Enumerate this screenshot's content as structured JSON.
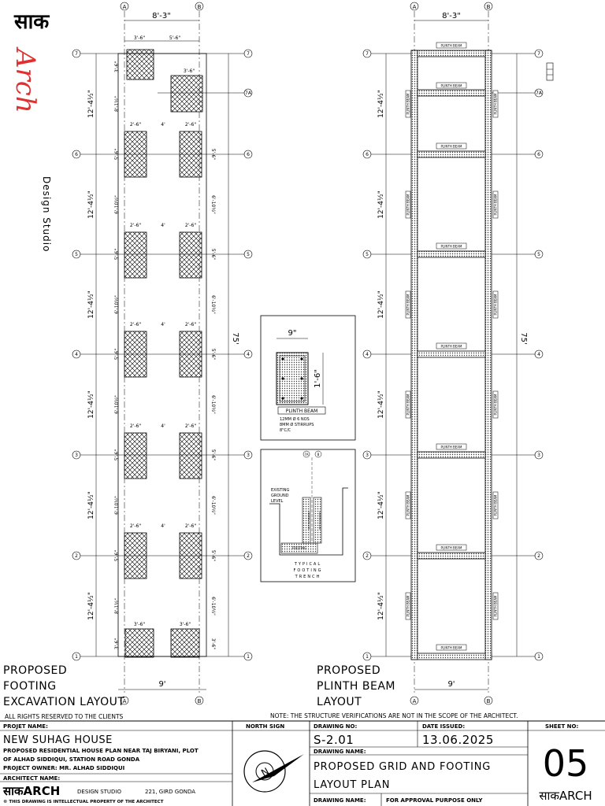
{
  "brand": {
    "logo_text": "साक",
    "script_text": "Arch",
    "sub_text": "Design Studio"
  },
  "grid": {
    "cols": [
      "A",
      "B"
    ],
    "rows": [
      "7",
      "7A",
      "6",
      "5",
      "4",
      "3",
      "2",
      "1"
    ]
  },
  "footing_plan": {
    "title_line1": "PROPOSED",
    "title_line2": "FOOTING",
    "title_line3": "EXCAVATION LAYOUT",
    "top_width": "8'-3\"",
    "bottom_width": "9'",
    "overall_length": "75'",
    "bay_dim": "12'-4½\"",
    "top_splits": [
      "3'-6\"",
      "5'-6\""
    ],
    "bottom_splits": [
      "3'-6\"",
      "3'-6\""
    ],
    "footing_widths": [
      "2'-6\"",
      "4'",
      "2'-6\""
    ],
    "footing_heights": [
      "5'-6\"",
      "6'-10½\"",
      "3'-6\"",
      "8'-1½\""
    ]
  },
  "plinth_plan": {
    "title_line1": "PROPOSED",
    "title_line2": "PLINTH BEAM",
    "title_line3": "LAYOUT",
    "top_width": "8'-3\"",
    "bottom_width": "9'",
    "overall_length": "75'",
    "bay_dim": "12'-4½\"",
    "beam_label": "PLINTH BEAM"
  },
  "beam_detail": {
    "width": "9\"",
    "depth": "1'-6\"",
    "label": "PLINTH BEAM",
    "note1": "12MM Ø 6 NOS",
    "note2": "8MM Ø STIRRUPS",
    "note3": "8\"C/C"
  },
  "trench_detail": {
    "grid_a": "7A",
    "grid_b": "B",
    "ground_note1": "EXISTING",
    "ground_note2": "GROUND",
    "ground_note3": "LEVEL",
    "pillar_label": "CENTER PILLAR",
    "footing_label": "FOOTING",
    "title1": "TYPICAL",
    "title2": "FOOTING",
    "title3": "TRENCH"
  },
  "notes": {
    "rights": "ALL RIGHTS RESERVED TO THE CLIENTS",
    "structure": "NOTE: THE STRUCTURE VERIFICATIONS ARE NOT IN THE SCOPE OF THE ARCHITECT."
  },
  "title_block": {
    "project_name_label": "PROJET NAME:",
    "project_name": "NEW SUHAG HOUSE",
    "project_desc1": "PROPOSED RESIDENTIAL HOUSE PLAN NEAR TAJ BIRYANI, PLOT",
    "project_desc2": "OF ALHAD SIDDIQUI, STATION ROAD GONDA",
    "project_owner": "PROJECT OWNER: MR. ALHAD SIDDIQUI",
    "architect_label": "ARCHITECT NAME:",
    "architect_logo": "साकARCH",
    "architect_studio": "DESIGN STUDIO",
    "architect_address": "221, GIRD GONDA",
    "copyright": "© THIS DRAWING IS INTELLECTUAL PROPERTY OF THE ARCHITECT",
    "north_label": "NORTH SIGN",
    "north_letter": "N",
    "drawing_no_label": "DRAWING NO:",
    "drawing_no": "S-2.01",
    "date_label": "DATE ISSUED:",
    "date": "13.06.2025",
    "drawing_name_label": "DRAWING NAME:",
    "drawing_name_line1": "PROPOSED GRID AND FOOTING",
    "drawing_name_line2": "LAYOUT PLAN",
    "drawing_name_label2": "DRAWING NAME:",
    "approval": "FOR APPROVAL PURPOSE ONLY",
    "sheet_label": "SHEET NO:",
    "sheet_no": "05",
    "sheet_brand": "साकARCH"
  }
}
